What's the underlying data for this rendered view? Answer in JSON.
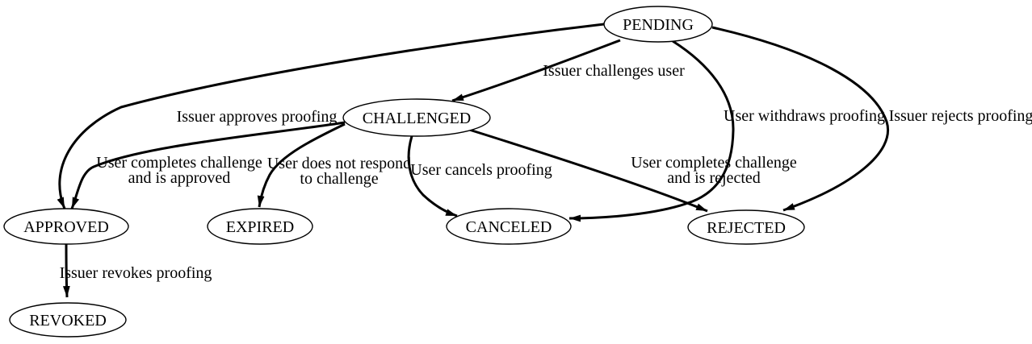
{
  "diagram": {
    "type": "state-transition-graph",
    "colors": {
      "background": "#ffffff",
      "stroke": "#000000",
      "text": "#000000"
    },
    "nodes": [
      {
        "id": "pending",
        "label": "PENDING"
      },
      {
        "id": "challenged",
        "label": "CHALLENGED"
      },
      {
        "id": "approved",
        "label": "APPROVED"
      },
      {
        "id": "expired",
        "label": "EXPIRED"
      },
      {
        "id": "canceled",
        "label": "CANCELED"
      },
      {
        "id": "rejected",
        "label": "REJECTED"
      },
      {
        "id": "revoked",
        "label": "REVOKED"
      }
    ],
    "edges": [
      {
        "from": "pending",
        "to": "challenged",
        "label": "Issuer challenges user",
        "label_lines": [
          "Issuer challenges user"
        ]
      },
      {
        "from": "pending",
        "to": "approved",
        "label": "Issuer approves proofing",
        "label_lines": [
          "Issuer approves proofing"
        ]
      },
      {
        "from": "pending",
        "to": "canceled",
        "label": "User withdraws proofing",
        "label_lines": [
          "User withdraws proofing"
        ]
      },
      {
        "from": "pending",
        "to": "rejected",
        "label": "Issuer rejects proofing",
        "label_lines": [
          "Issuer rejects proofing"
        ]
      },
      {
        "from": "challenged",
        "to": "approved",
        "label": "User completes challenge and is approved",
        "label_lines": [
          "User completes challenge",
          "and is approved"
        ]
      },
      {
        "from": "challenged",
        "to": "expired",
        "label": "User does not respond to challenge",
        "label_lines": [
          "User does not respond",
          "to challenge"
        ]
      },
      {
        "from": "challenged",
        "to": "canceled",
        "label": "User cancels proofing",
        "label_lines": [
          "User cancels proofing"
        ]
      },
      {
        "from": "challenged",
        "to": "rejected",
        "label": "User completes challenge and is rejected",
        "label_lines": [
          "User completes challenge",
          "and is rejected"
        ]
      },
      {
        "from": "approved",
        "to": "revoked",
        "label": "Issuer revokes proofing",
        "label_lines": [
          "Issuer revokes proofing"
        ]
      }
    ]
  }
}
